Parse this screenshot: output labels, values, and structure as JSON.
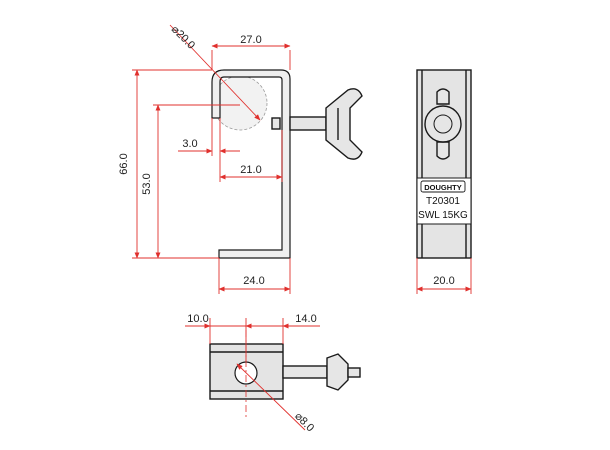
{
  "dimensions": {
    "diameter_large": "⌀20.0",
    "top_width": "27.0",
    "height_overall": "66.0",
    "height_inner": "53.0",
    "offset_small": "3.0",
    "inner_width": "21.0",
    "bottom_width": "24.0",
    "side_width": "20.0",
    "bottom_left_width": "10.0",
    "bottom_right_width": "14.0",
    "diameter_small": "⌀8.0"
  },
  "label_plate": {
    "brand": "DOUGHTY",
    "part_number": "T20301",
    "swl": "SWL 15KG"
  },
  "colors": {
    "dimension": "#e0302d",
    "outline": "#1a1a1a",
    "part_fill": "#e6e6e6"
  }
}
